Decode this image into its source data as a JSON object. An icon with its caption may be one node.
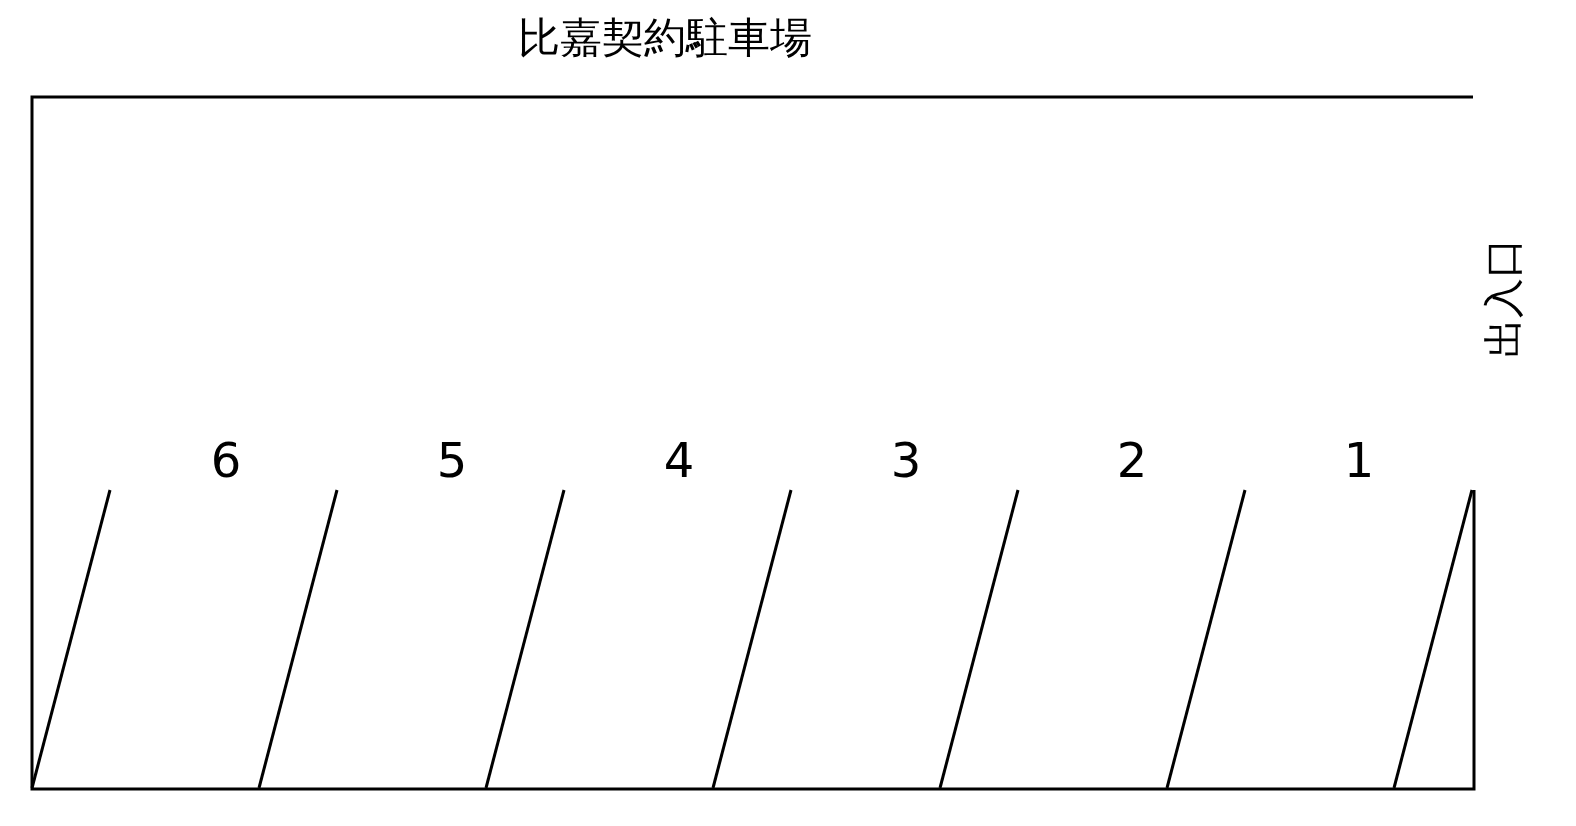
{
  "diagram": {
    "title": "比嘉契約駐車場",
    "labels": [
      "6",
      "5",
      "4",
      "3",
      "2",
      "1",
      "出入口"
    ]
  }
}
